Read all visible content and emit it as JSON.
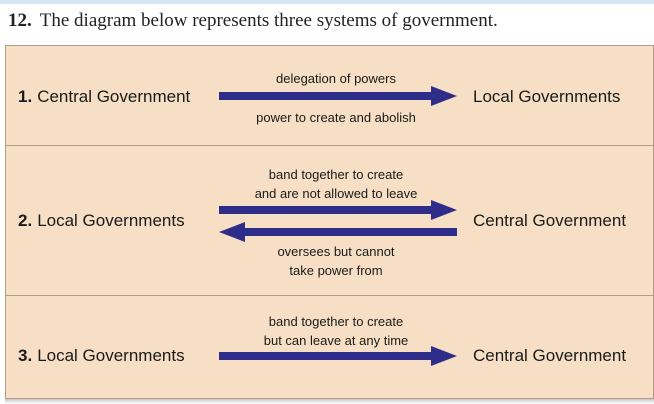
{
  "question": {
    "number": "12.",
    "text": "The diagram below represents three systems of government."
  },
  "rows": [
    {
      "number": "1.",
      "left": "Central Government",
      "right": "Local Governments",
      "top_caption": "delegation of powers",
      "bottom_caption": "power to create and abolish"
    },
    {
      "number": "2.",
      "left": "Local Governments",
      "right": "Central Government",
      "top_caption_1": "band together to create",
      "top_caption_2": "and are not allowed to leave",
      "bottom_caption_1": "oversees but cannot",
      "bottom_caption_2": "take power from"
    },
    {
      "number": "3.",
      "left": "Local Governments",
      "right": "Central Government",
      "top_caption_1": "band together to create",
      "top_caption_2": "but can leave at any time"
    }
  ],
  "colors": {
    "arrow": "#2e2d8a",
    "panel": "#f6dfc4",
    "border": "#b49d86"
  }
}
